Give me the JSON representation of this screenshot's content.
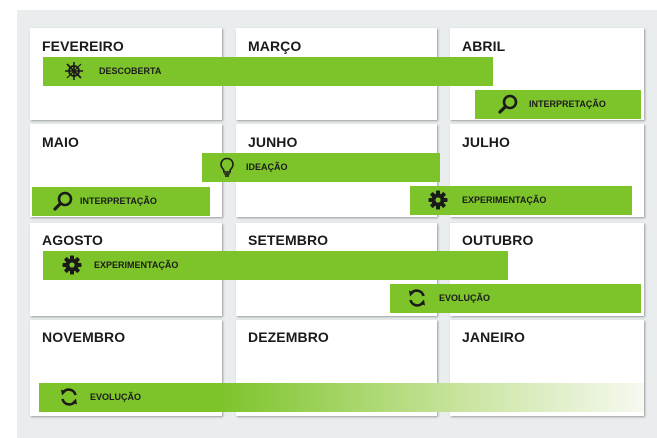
{
  "months": {
    "fevereiro": "FEVEREIRO",
    "marco": "MARÇO",
    "abril": "ABRIL",
    "maio": "MAIO",
    "junho": "JUNHO",
    "julho": "JULHO",
    "agosto": "AGOSTO",
    "setembro": "SETEMBRO",
    "outubro": "OUTUBRO",
    "novembro": "NOVEMBRO",
    "dezembro": "DEZEMBRO",
    "janeiro": "JANEIRO"
  },
  "phases": {
    "descoberta": {
      "label": "DESCOBERTA",
      "icon": "compass-icon"
    },
    "interpretacao_1": {
      "label": "INTERPRETAÇÃO",
      "icon": "magnifier-icon"
    },
    "ideacao": {
      "label": "IDEAÇÃO",
      "icon": "lightbulb-icon"
    },
    "interpretacao_2": {
      "label": "INTERPRETAÇÃO",
      "icon": "magnifier-icon"
    },
    "experimentacao_1": {
      "label": "EXPERIMENTAÇÃO",
      "icon": "gear-icon"
    },
    "experimentacao_2": {
      "label": "EXPERIMENTAÇÃO",
      "icon": "gear-icon"
    },
    "evolucao_1": {
      "label": "EVOLUÇÃO",
      "icon": "cycle-arrows-icon"
    },
    "evolucao_2": {
      "label": "EVOLUÇÃO",
      "icon": "cycle-arrows-icon"
    }
  },
  "colors": {
    "bar_green": "#7dc42a",
    "background": "#e9edee",
    "cell": "#ffffff",
    "text": "#1a1a1a"
  }
}
